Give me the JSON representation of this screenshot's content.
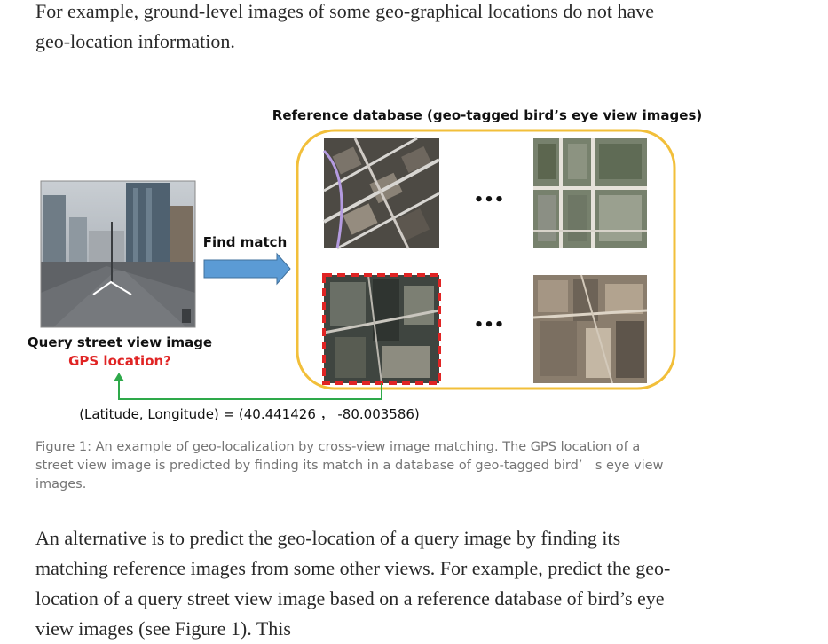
{
  "intro": {
    "text": "For example, ground-level images of some geo-graphical locations do not have geo-location information."
  },
  "figure": {
    "ref_db_title": "Reference database (geo-tagged bird’s eye view images)",
    "find_match": "Find match",
    "query_label": "Query street view image",
    "gps_label": "GPS location?",
    "ellipsis": "•••",
    "coordinates": "(Latitude, Longitude) = (40.441426 ， -80.003586)",
    "colors": {
      "rounded_box": "#f2bf3a",
      "arrow": "#5b9bd5",
      "match_dash": "#e02424",
      "gps_text": "#e02424",
      "link_line": "#2ea94a"
    }
  },
  "caption": {
    "text": "Figure 1: An example of geo-localization by cross-view image matching. The GPS location of a street view image is predicted by finding its match in a database of geo-tagged bird’ s eye view images."
  },
  "body": {
    "text": "An alternative is to predict the geo-location of a query image by finding its matching reference images from some other views. For example, predict the geo-location of a query street view image based on a reference database of bird’s eye view images (see Figure 1). This"
  }
}
